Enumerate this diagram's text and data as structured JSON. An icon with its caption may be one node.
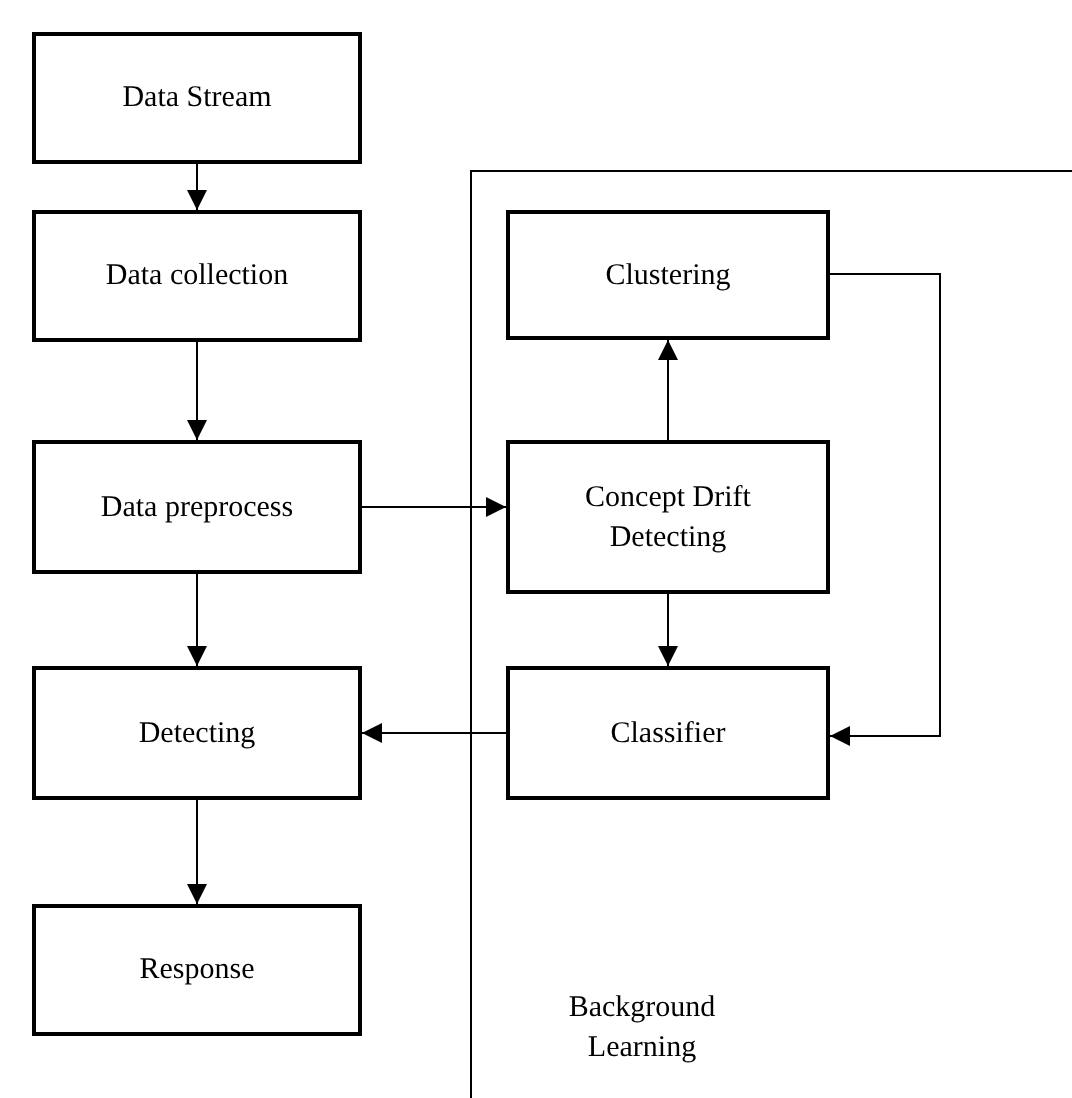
{
  "diagram": {
    "nodes": [
      {
        "text": [
          "Data Stream"
        ]
      },
      {
        "text": [
          "Data collection"
        ]
      },
      {
        "text": [
          "Background Learning"
        ]
      },
      {
        "text": [
          "Clustering"
        ],
        "in": 2
      },
      {
        "text": [
          "Data preprocess"
        ]
      },
      {
        "text": [
          "Concept Drift Detecting"
        ],
        "in": 2
      },
      {
        "text": [
          "Detecting"
        ]
      },
      {
        "text": [
          "Classifier"
        ],
        "in": 2
      },
      {
        "text": [
          "Response"
        ]
      }
    ],
    "edges": [
      {
        "from": 0,
        "to": 1,
        "arrow": "to"
      },
      {
        "from": 1,
        "to": 4,
        "arrow": "to"
      },
      {
        "from": 4,
        "to": 5,
        "arrow": "to"
      },
      {
        "from": 5,
        "to": 3,
        "arrow": "to"
      },
      {
        "from": 5,
        "to": 7,
        "arrow": "to"
      },
      {
        "from": 3,
        "to": 7,
        "arrow": "to"
      },
      {
        "from": 4,
        "to": 6,
        "arrow": "to"
      },
      {
        "from": 7,
        "to": 6,
        "arrow": "to"
      },
      {
        "from": 6,
        "to": 8,
        "arrow": "to"
      }
    ]
  }
}
